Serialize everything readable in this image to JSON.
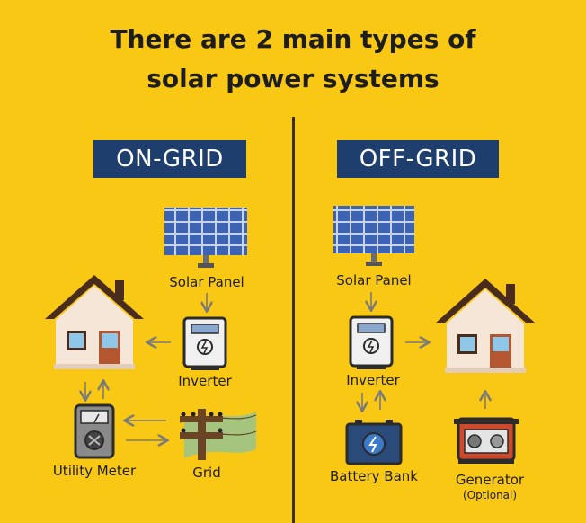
{
  "title_line1": "There are 2 main types of",
  "title_line2": "solar power systems",
  "on_grid": {
    "heading": "ON-GRID",
    "solar_panel": "Solar Panel",
    "inverter": "Inverter",
    "utility_meter": "Utility Meter",
    "grid": "Grid"
  },
  "off_grid": {
    "heading": "OFF-GRID",
    "solar_panel": "Solar Panel",
    "inverter": "Inverter",
    "battery_bank": "Battery Bank",
    "generator": "Generator",
    "generator_note": "(Optional)"
  },
  "colors": {
    "background": "#f9c814",
    "badge": "#1e3f6d",
    "arrow": "#7a7a7a",
    "panel_cell": "#3d63b4",
    "roof": "#4a2c1d",
    "house_wall": "#f6e6d8"
  },
  "icons": [
    "solar-panel-icon",
    "house-icon",
    "inverter-icon",
    "utility-meter-icon",
    "power-grid-icon",
    "battery-icon",
    "generator-icon",
    "arrow-icon"
  ]
}
